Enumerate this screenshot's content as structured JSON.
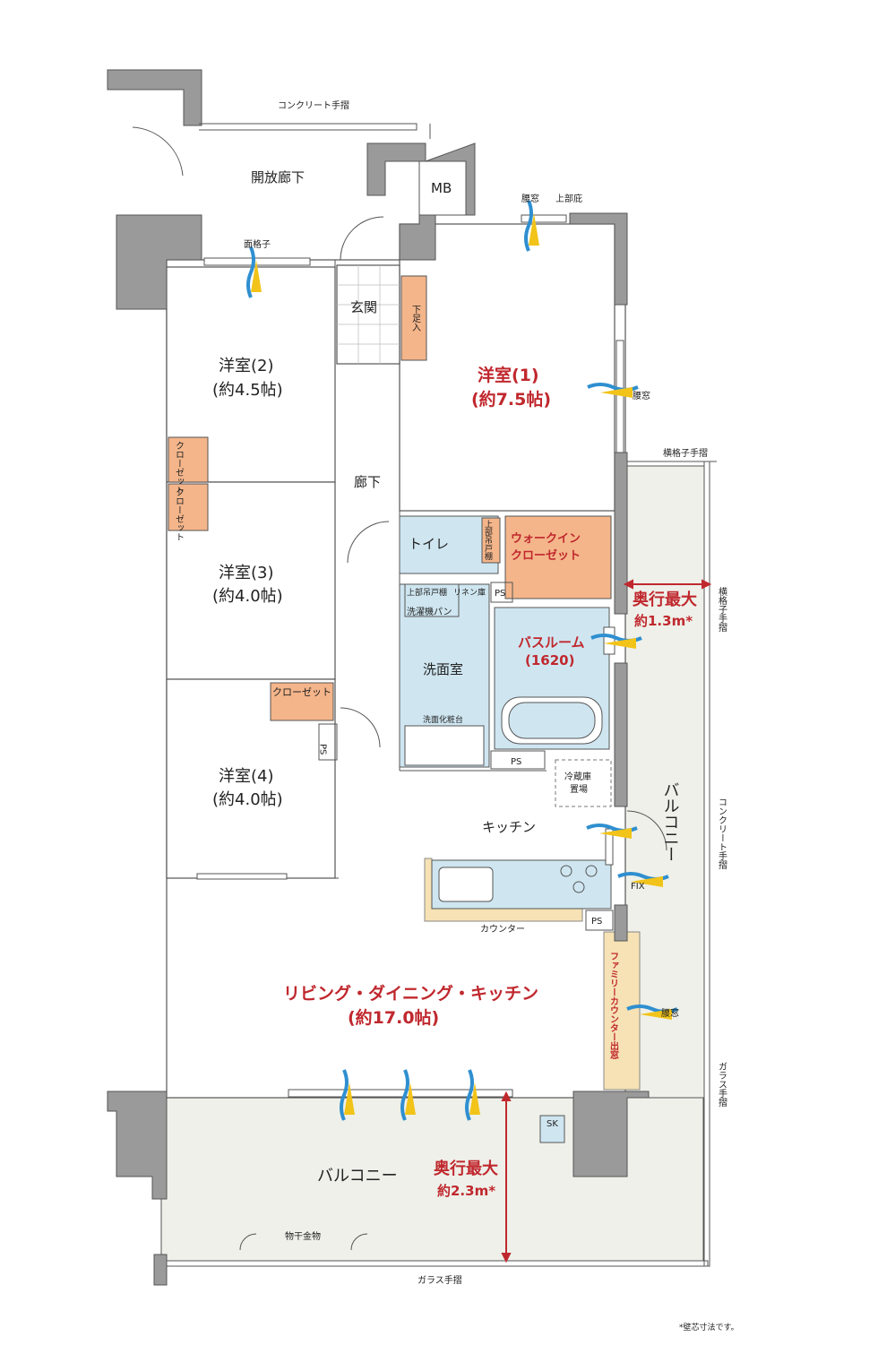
{
  "labels": {
    "concrete_rail_top": "コンクリート手摺",
    "open_corridor": "開放廊下",
    "mb": "MB",
    "koushi": "面格子",
    "koshimado_top": "腰窓",
    "jobu_hisashi": "上部庇",
    "genkan": "玄関",
    "getabako": "下足入",
    "room1": "洋室(1)",
    "room1_size": "(約7.5帖)",
    "koshimado_r1": "腰窓",
    "yoko_koushi_rail_1": "横格子手摺",
    "room2": "洋室(2)",
    "room2_size": "(約4.5帖)",
    "closet_a": "クローゼット",
    "closet_b": "クローゼット",
    "roka": "廊下",
    "toilet": "トイレ",
    "jobu_todana": "上部吊戸棚",
    "walkin": "ウォークイン",
    "walkin2": "クローゼット",
    "ps1": "PS",
    "depth_balcony_right": "奥行最大",
    "depth_balcony_right_val": "約1.3m*",
    "yoko_koushi_rail_2": "横格子手摺",
    "jobu_todana2": "上部吊戸棚",
    "linen": "リネン庫",
    "washer_pan": "洗濯機パン",
    "room3": "洋室(3)",
    "room3_size": "(約4.0帖)",
    "bathroom": "バスルーム",
    "bathroom_size": "(1620)",
    "senmenshitsu": "洗面室",
    "closet_c": "クローゼット",
    "ps2": "PS",
    "senmen_kesho": "洗面化粧台",
    "ps3": "PS",
    "fridge": "冷蔵庫",
    "fridge2": "置場",
    "room4": "洋室(4)",
    "room4_size": "(約4.0帖)",
    "balcony_right": "バルコニー",
    "concrete_rail_right": "コンクリート手摺",
    "kitchen": "キッチン",
    "fix": "FIX",
    "counter": "カウンター",
    "ps4": "PS",
    "family_counter": "ファミリーカウンター出窓",
    "koshimado_ldk": "腰窓",
    "ldk": "リビング・ダイニング・キッチン",
    "ldk_size": "(約17.0帖)",
    "glass_rail_right": "ガラス手摺",
    "sk": "SK",
    "balcony_bottom": "バルコニー",
    "depth_balcony_bottom": "奥行最大",
    "depth_balcony_bottom_val": "約2.3m*",
    "monohoshi": "物干金物",
    "glass_rail_bottom": "ガラス手摺",
    "footnote": "*壁芯寸法です。"
  },
  "colors": {
    "wall": "#9a9a9a",
    "wet_area": "#cfe6f1",
    "closet": "#f4b58a",
    "balcony": "#eef0e9",
    "accent_red": "#c0282e",
    "wind_blue": "#2f8fd0",
    "light_yellow": "#f2c318"
  }
}
